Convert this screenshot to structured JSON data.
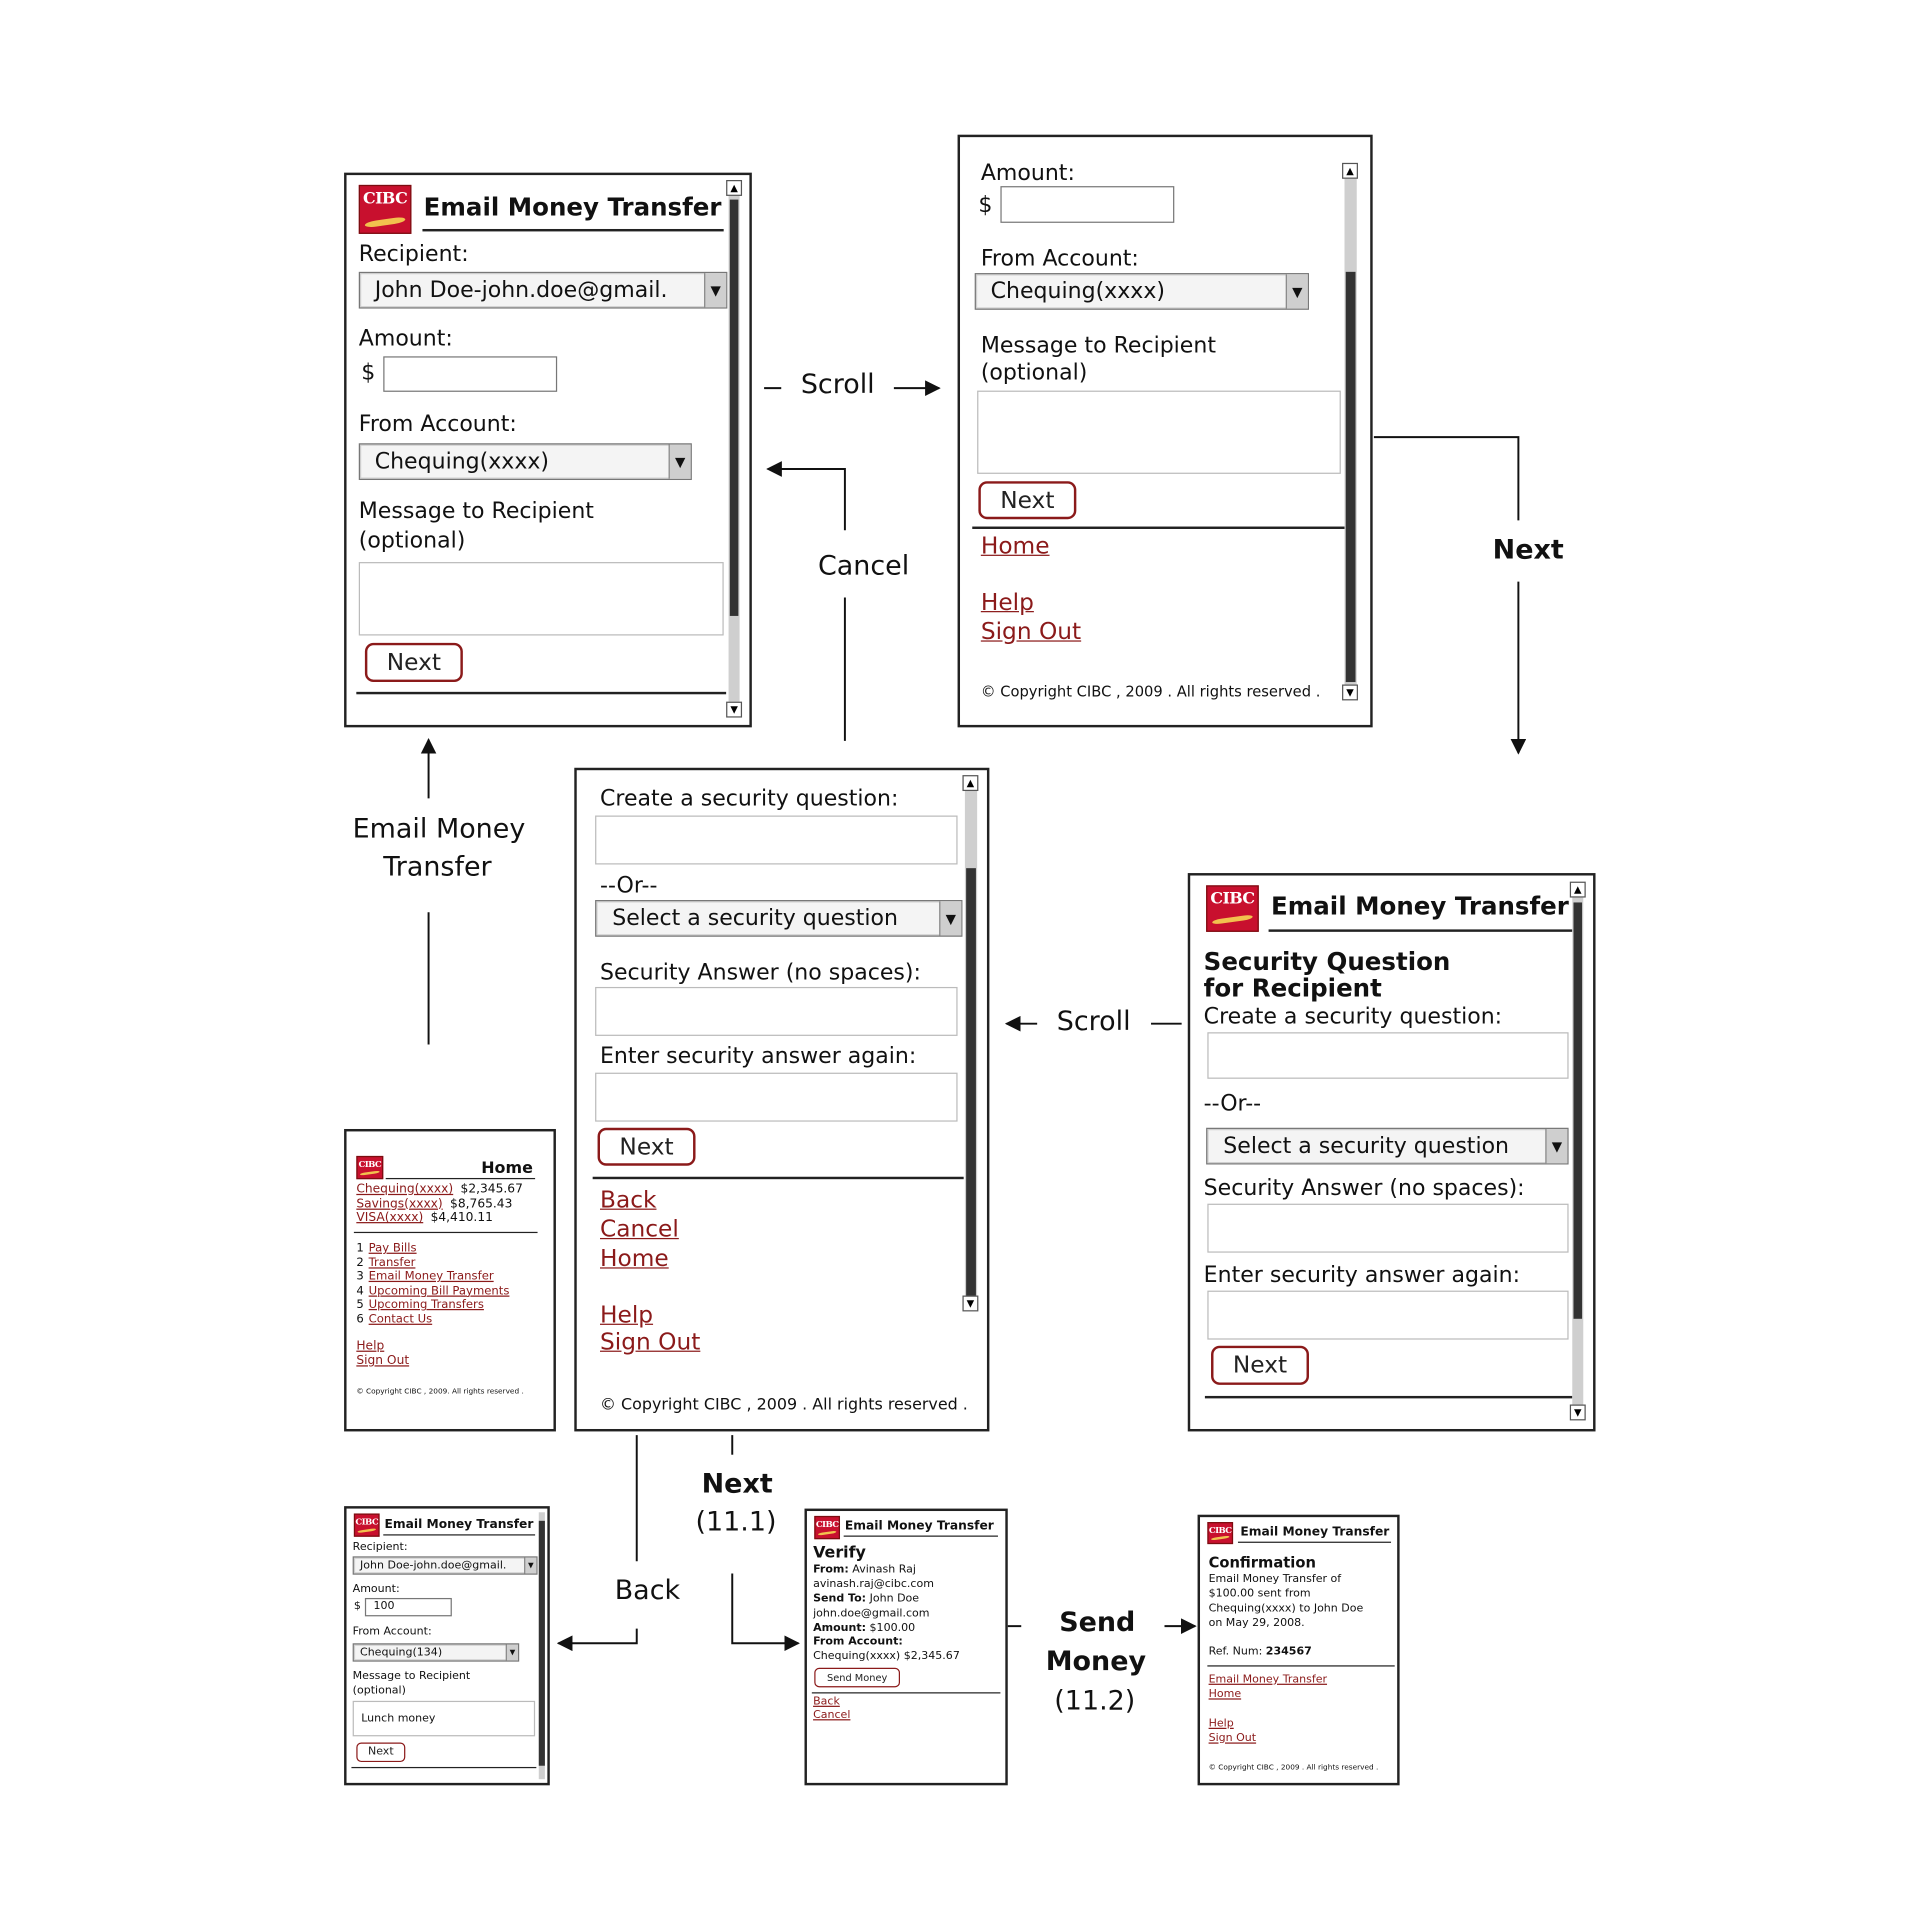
{
  "screen1": {
    "logo": "CIBC",
    "title": "Email Money Transfer",
    "recipient_label": "Recipient:",
    "recipient_value": "John Doe-john.doe@gmail.",
    "amount_label": "Amount:",
    "currency": "$",
    "from_label": "From Account:",
    "from_value": "Chequing(xxxx)",
    "message_label_1": "Message to Recipient",
    "message_label_2": "(optional)",
    "next": "Next"
  },
  "screen2": {
    "amount_label": "Amount:",
    "currency": "$",
    "from_label": "From Account:",
    "from_value": "Chequing(xxxx)",
    "message_label_1": "Message to Recipient",
    "message_label_2": "(optional)",
    "next": "Next",
    "home": "Home",
    "help": "Help",
    "signout": "Sign Out",
    "copyright": "© Copyright CIBC , 2009 . All rights reserved ."
  },
  "screen3": {
    "logo": "CIBC",
    "title": "Email Money Transfer",
    "section_1": "Security Question",
    "section_2": "for Recipient",
    "create_label": "Create a security question:",
    "or": "--Or--",
    "select_value": "Select a security question",
    "answer_label": "Security Answer (no spaces):",
    "again_label": "Enter security answer again:",
    "next": "Next"
  },
  "screen4": {
    "create_label": "Create a security question:",
    "or": "--Or--",
    "select_value": "Select a security question",
    "answer_label": "Security Answer (no spaces):",
    "again_label": "Enter security answer again:",
    "next": "Next",
    "back": "Back",
    "cancel": "Cancel",
    "home": "Home",
    "help": "Help",
    "signout": "Sign Out",
    "copyright": "© Copyright CIBC , 2009 . All rights reserved ."
  },
  "home_screen": {
    "logo": "CIBC",
    "title": "Home",
    "accounts": [
      {
        "name": "Chequing(xxxx)",
        "balance": "$2,345.67"
      },
      {
        "name": "Savings(xxxx)",
        "balance": "$8,765.43"
      },
      {
        "name": "VISA(xxxx)",
        "balance": "$4,410.11"
      }
    ],
    "menu": [
      {
        "num": "1",
        "label": "Pay Bills"
      },
      {
        "num": "2",
        "label": "Transfer"
      },
      {
        "num": "3",
        "label": "Email Money Transfer"
      },
      {
        "num": "4",
        "label": "Upcoming Bill Payments"
      },
      {
        "num": "5",
        "label": "Upcoming Transfers"
      },
      {
        "num": "6",
        "label": "Contact Us"
      }
    ],
    "help": "Help",
    "signout": "Sign Out",
    "copyright": "© Copyright CIBC , 2009. All rights reserved ."
  },
  "filled_screen": {
    "logo": "CIBC",
    "title": "Email Money Transfer",
    "recipient_label": "Recipient:",
    "recipient_value": "John Doe-john.doe@gmail.",
    "amount_label": "Amount:",
    "currency": "$",
    "amount_value": "100",
    "from_label": "From Account:",
    "from_value": "Chequing(134)",
    "message_label_1": "Message to Recipient",
    "message_label_2": "(optional)",
    "message_value": "Lunch money",
    "next": "Next"
  },
  "verify_screen": {
    "logo": "CIBC",
    "title": "Email Money Transfer",
    "heading": "Verify",
    "from_key": "From:",
    "from_val": "Avinash Raj",
    "from_email": "avinash.raj@cibc.com",
    "sendto_key": "Send To:",
    "sendto_val": "John Doe",
    "sendto_email": "john.doe@gmail.com",
    "amount_key": "Amount:",
    "amount_val": "$100.00",
    "fromacct_key": "From Account:",
    "fromacct_val": "Chequing(xxxx) $2,345.67",
    "send_button": "Send Money",
    "back": "Back",
    "cancel": "Cancel"
  },
  "confirm_screen": {
    "logo": "CIBC",
    "title": "Email Money Transfer",
    "heading": "Confirmation",
    "line1": "Email Money Transfer of",
    "line2": "$100.00 sent from",
    "line3": "Chequing(xxxx) to John Doe",
    "line4": "on May 29, 2008.",
    "ref_key": "Ref. Num:",
    "ref_val": "234567",
    "link_emt": "Email Money Transfer",
    "link_home": "Home",
    "help": "Help",
    "signout": "Sign Out",
    "copyright": "© Copyright CIBC , 2009 . All rights reserved ."
  },
  "flow": {
    "scroll_1": "Scroll",
    "cancel": "Cancel",
    "next_1": "Next",
    "scroll_2": "Scroll",
    "emt_1": "Email Money",
    "emt_2": "Transfer",
    "back": "Back",
    "next_2": "Next",
    "next_2_ref": "(11.1)",
    "send_1": "Send",
    "send_2": "Money",
    "send_ref": "(11.2)"
  }
}
